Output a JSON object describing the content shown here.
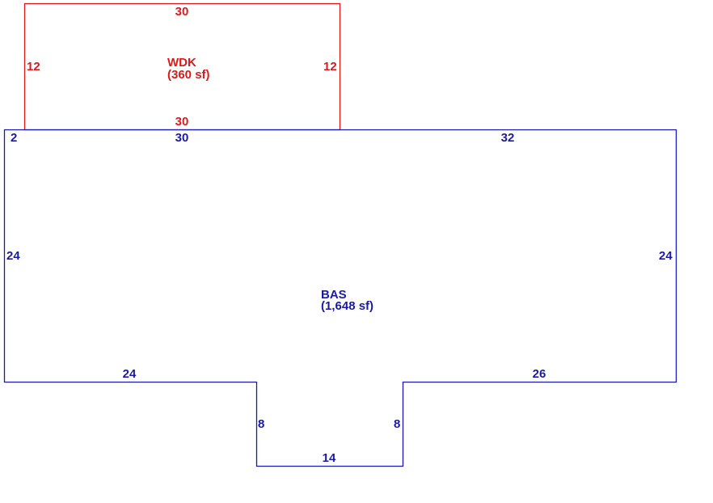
{
  "colors": {
    "wdk": "#dd1a1a",
    "bas": "#1a1aaa",
    "background": "#ffffff"
  },
  "wdk": {
    "name": "WDK",
    "area": "(360 sf)",
    "dims": {
      "top": "30",
      "bottom": "30",
      "left": "12",
      "right": "12"
    }
  },
  "bas": {
    "name": "BAS",
    "area": "(1,648 sf)",
    "dims": {
      "top_left_offset": "2",
      "top_middle": "30",
      "top_right": "32",
      "left": "24",
      "right": "24",
      "bottom_left": "24",
      "bottom_right": "26",
      "notch_left": "8",
      "notch_right": "8",
      "notch_bottom": "14"
    }
  }
}
